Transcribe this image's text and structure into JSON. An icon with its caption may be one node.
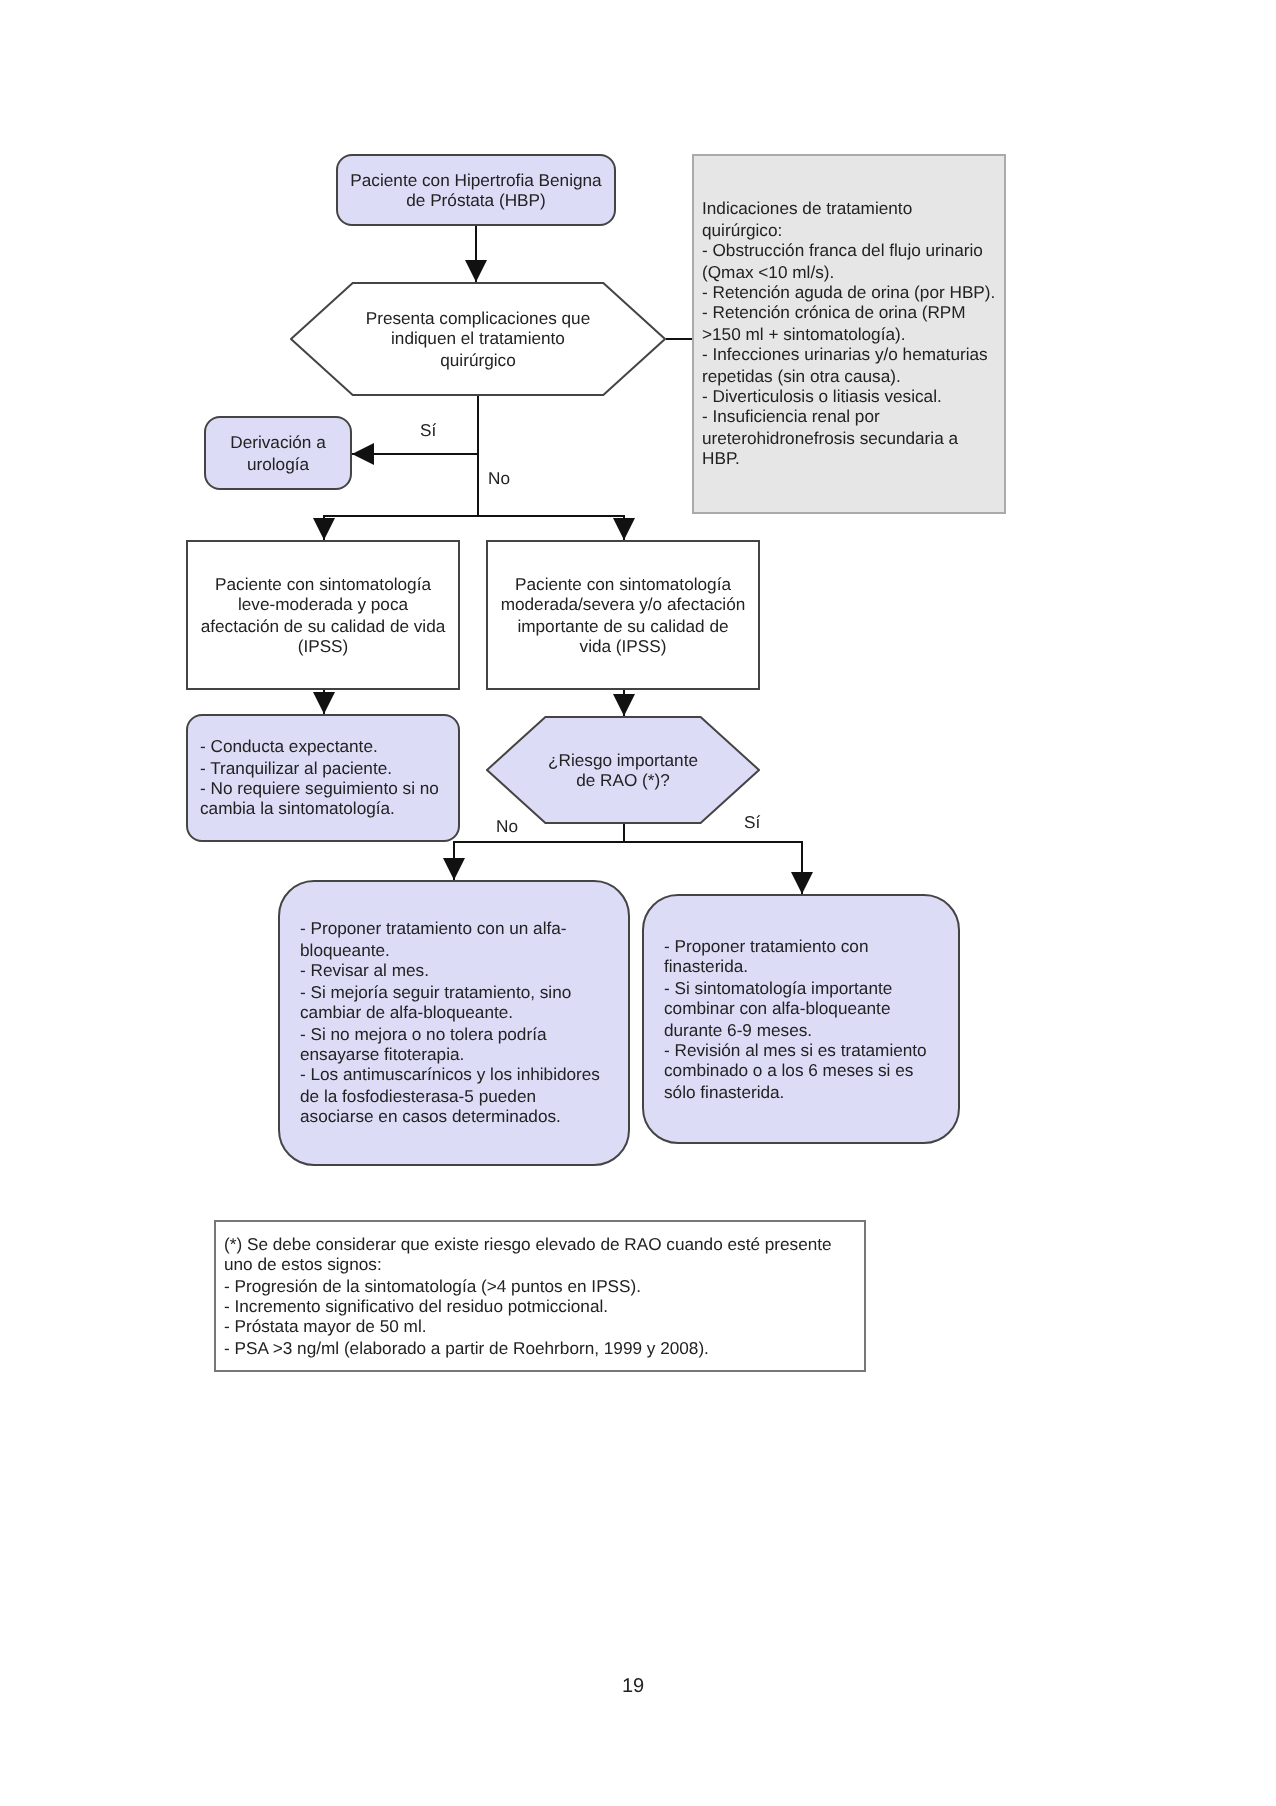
{
  "diagram": {
    "nodes": [
      {
        "text": [
          "Paciente con Hipertrofia Benigna de Próstata (HBP)"
        ]
      },
      {
        "text": [
          "Presenta complicaciones que indiquen el tratamiento quirúrgico"
        ]
      },
      {
        "text": [
          "Indicaciones de tratamiento quirúrgico:",
          "- Obstrucción franca del flujo urinario (Qmax <10 ml/s).",
          "- Retención aguda de orina (por HBP).",
          "- Retención crónica de orina (RPM >150 ml + sintomatología).",
          "- Infecciones urinarias y/o hematurias repetidas (sin otra causa).",
          "- Diverticulosis o litiasis vesical.",
          "- Insuficiencia renal por ureterohidronefrosis secundaria a HBP."
        ]
      },
      {
        "text": [
          "Derivación a urología"
        ]
      },
      {
        "text": [
          "Paciente con sintomatología leve-moderada y poca afectación de su calidad de vida (IPSS)"
        ]
      },
      {
        "text": [
          "Paciente con sintomatología moderada/severa y/o afectación importante de su calidad de vida (IPSS)"
        ]
      },
      {
        "text": [
          "- Conducta expectante.",
          "- Tranquilizar al paciente.",
          "- No requiere seguimiento si no cambia la sintomatología."
        ]
      },
      {
        "text": [
          "¿Riesgo importante de RAO (*)?"
        ]
      },
      {
        "text": [
          "- Proponer tratamiento con un alfa-bloqueante.",
          "- Revisar al mes.",
          "- Si mejoría seguir tratamiento, sino cambiar de alfa-bloqueante.",
          "- Si no mejora o no tolera podría ensayarse fitoterapia.",
          "- Los antimuscarínicos y los inhibidores de la fosfodiesterasa-5 pueden asociarse en casos determinados."
        ]
      },
      {
        "text": [
          "- Proponer tratamiento con finasterida.",
          "- Si sintomatología importante combinar con alfa-bloqueante durante 6-9 meses.",
          "- Revisión al mes si es tratamiento combinado o a los 6 meses si es sólo finasterida."
        ]
      },
      {
        "text": [
          "(*) Se debe considerar que existe riesgo elevado de RAO cuando esté presente uno de estos signos:",
          "- Progresión de la sintomatología (>4 puntos en IPSS).",
          "- Incremento significativo del residuo potmiccional.",
          "- Próstata mayor de 50 ml.",
          "- PSA >3 ng/ml (elaborado a partir de Roehrborn, 1999 y 2008)."
        ]
      }
    ],
    "edges": [
      {
        "from": 0,
        "to": 1,
        "arrow": "to"
      },
      {
        "from": 1,
        "to": 2,
        "arrow": "none"
      },
      {
        "from": 1,
        "to": 3,
        "arrow": "to",
        "label": "Sí"
      },
      {
        "from": 1,
        "to": 4,
        "arrow": "to",
        "label": "No"
      },
      {
        "from": 1,
        "to": 5,
        "arrow": "to"
      },
      {
        "from": 4,
        "to": 6,
        "arrow": "to"
      },
      {
        "from": 5,
        "to": 7,
        "arrow": "to"
      },
      {
        "from": 7,
        "to": 8,
        "arrow": "to",
        "label": "No"
      },
      {
        "from": 7,
        "to": 9,
        "arrow": "to",
        "label": "Sí"
      }
    ],
    "labels": [
      "19"
    ]
  }
}
